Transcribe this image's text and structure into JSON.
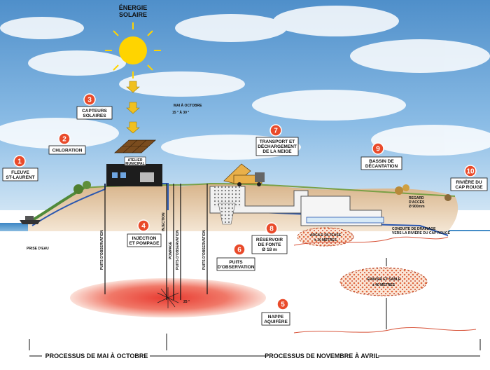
{
  "sun": {
    "title_line1": "ÉNERGIE",
    "title_line2": "SOLAIRE"
  },
  "season": {
    "line1": "MAI À OCTOBRE",
    "line2": "15 ° À 30 °"
  },
  "labels": {
    "l1": {
      "num": "1",
      "line1": "FLEUVE",
      "line2": "ST-LAURENT"
    },
    "l2": {
      "num": "2",
      "line1": "CHLORATION"
    },
    "l3": {
      "num": "3",
      "line1": "CAPTEURS",
      "line2": "SOLAIRES"
    },
    "l4": {
      "num": "4",
      "line1": "INJECTION",
      "line2": "ET POMPAGE"
    },
    "l5": {
      "num": "5",
      "line1": "NAPPE",
      "line2": "AQUIFÈRE"
    },
    "l6": {
      "num": "6",
      "line1": "PUITS",
      "line2": "D'OBSERVATION"
    },
    "l7": {
      "num": "7",
      "line1": "TRANSPORT ET",
      "line2": "DÉCHARGEMENT",
      "line3": "DE LA NEIGE"
    },
    "l8": {
      "num": "8",
      "line1": "RÉSERVOIR",
      "line2": "DE FONTE",
      "line3": "Ø 18 m"
    },
    "l9": {
      "num": "9",
      "line1": "BASSIN DE",
      "line2": "DÉCANTATION"
    },
    "l10": {
      "num": "10",
      "line1": "RIVIÈRE DU",
      "line2": "CAP ROUGE"
    }
  },
  "building": {
    "line1": "ATELIER",
    "line2": "MUNICIPAL"
  },
  "small": {
    "prise": "PRISE D'EAU",
    "regard_1": "REGARD",
    "regard_2": "D'ACCÈS",
    "regard_3": "Ø 900mm",
    "conduite_1": "CONDUITE DE DRAINAGE",
    "conduite_2": "VERS LA RIVIÈRE DU CAP ROUGE",
    "argile_1": "ARGILE SILTEUSE",
    "argile_2": "± 10 MÈTRES",
    "gravier_1": "GRAVIER ET SABLE",
    "gravier_2": "± 40 MÈTRES",
    "temp": "25 °"
  },
  "vertical": {
    "puits_a": "PUITS D'OBSERVATION",
    "injection": "INJECTION",
    "pompage": "POMPAGE",
    "puits_b": "PUITS D'OBSERVATION",
    "puits_c": "PUITS D'OBSERVATION"
  },
  "process": {
    "left": "PROCESSUS DE MAI À OCTOBRE",
    "right": "PROCESSUS DE NOVEMBRE À AVRIL"
  },
  "colors": {
    "badge": "#e94a2a",
    "sky": "#5d9fd3",
    "ground": "#d8b890",
    "water": "#3f8fcf",
    "aquifer": "#e8413a",
    "pipe": "#2a57b0"
  }
}
